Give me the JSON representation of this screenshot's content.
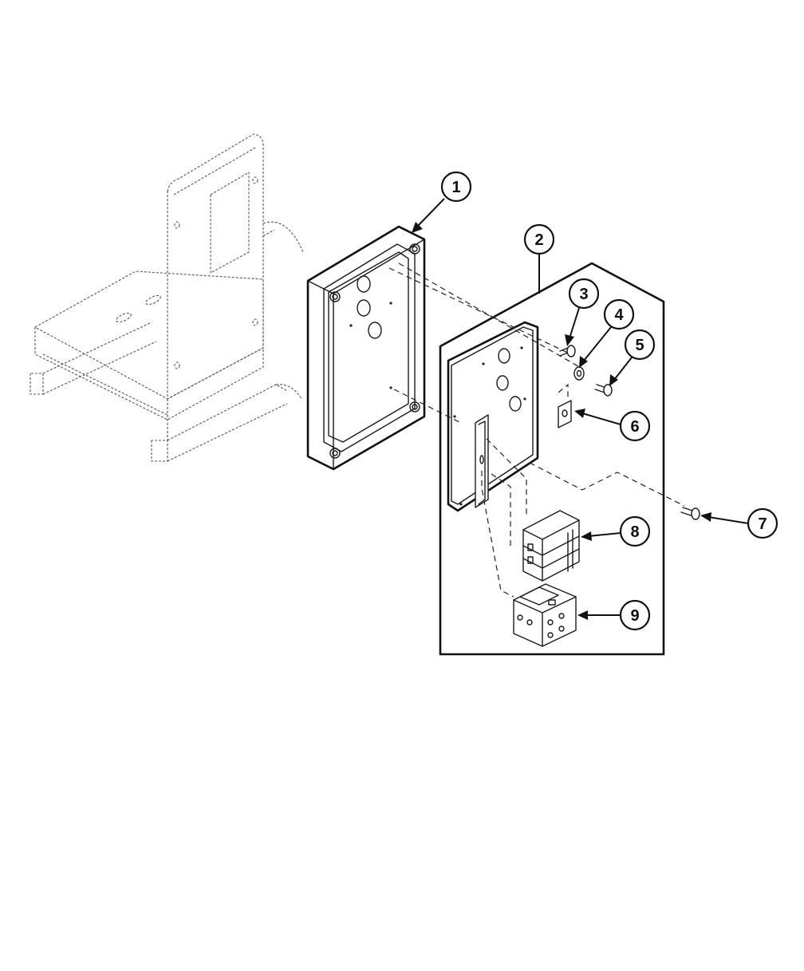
{
  "callouts": [
    {
      "label": "1",
      "part": "enclosure"
    },
    {
      "label": "2",
      "part": "panel-assembly"
    },
    {
      "label": "3",
      "part": "screw"
    },
    {
      "label": "4",
      "part": "washer"
    },
    {
      "label": "5",
      "part": "screw"
    },
    {
      "label": "6",
      "part": "ground-lug"
    },
    {
      "label": "7",
      "part": "screw"
    },
    {
      "label": "8",
      "part": "breaker"
    },
    {
      "label": "9",
      "part": "contactor"
    }
  ]
}
